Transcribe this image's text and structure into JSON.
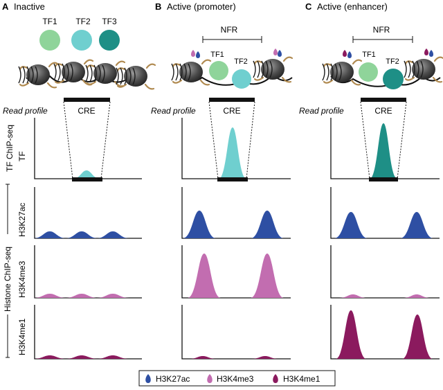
{
  "panels": [
    {
      "letter": "A",
      "title": "Inactive"
    },
    {
      "letter": "B",
      "title": "Active (promoter)"
    },
    {
      "letter": "C",
      "title": "Active (enhancer)"
    }
  ],
  "tf_labels": [
    "TF1",
    "TF2",
    "TF3"
  ],
  "nfr_label": "NFR",
  "cre_label": "CRE",
  "read_profile_label": "Read profile",
  "side_labels": {
    "tf_chipseq": "TF ChIP-seq",
    "tf_track": "TF",
    "histone_chipseq": "Histone ChIP-seq",
    "h3k27ac": "H3K27ac",
    "h3k4me3": "H3K4me3",
    "h3k4me1": "H3K4me1"
  },
  "legend": [
    {
      "label": "H3K27ac",
      "color": "#2e4fa3"
    },
    {
      "label": "H3K4me3",
      "color": "#c26db0"
    },
    {
      "label": "H3K4me1",
      "color": "#8b1a5e"
    }
  ],
  "colors": {
    "tf1": "#8fd49a",
    "tf2": "#6fcfcf",
    "tf3": "#1e8f86",
    "h3k27ac": "#2e4fa3",
    "h3k4me3": "#c26db0",
    "h3k4me1": "#8b1a5e",
    "nucleosome": "#4a4a4a",
    "histone_tail": "#b08a50"
  }
}
